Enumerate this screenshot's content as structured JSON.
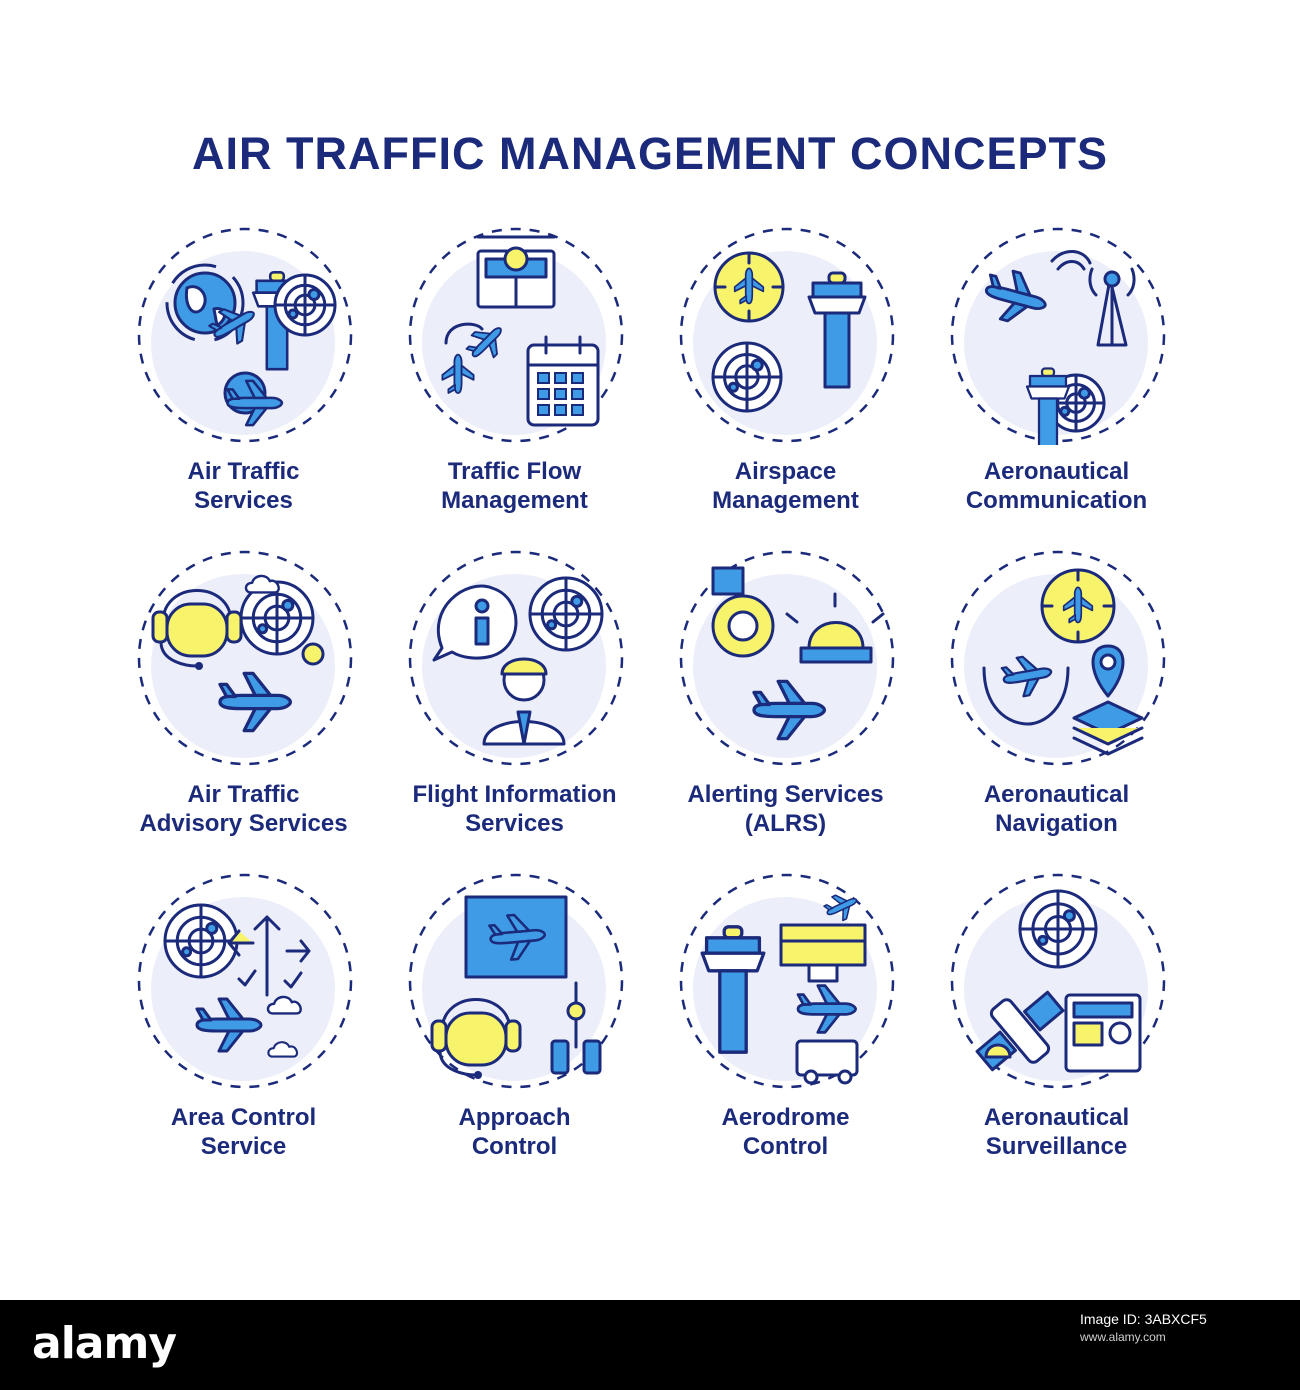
{
  "title": "AIR TRAFFIC MANAGEMENT CONCEPTS",
  "colors": {
    "stroke": "#1b2a7a",
    "blue": "#3f9be6",
    "yellow": "#f7f36b",
    "backdrop": "#eceef9"
  },
  "concepts": [
    {
      "label": "Air Traffic\nServices",
      "icons": [
        "globe-icon",
        "control-tower-icon",
        "radar-icon",
        "airplane-icon",
        "gear-icon"
      ]
    },
    {
      "label": "Traffic Flow\nManagement",
      "icons": [
        "flight-board-icon",
        "clock-icon",
        "airplane-icon",
        "calendar-icon"
      ]
    },
    {
      "label": "Airspace\nManagement",
      "icons": [
        "compass-icon",
        "control-tower-icon",
        "radar-icon"
      ]
    },
    {
      "label": "Aeronautical\nCommunication",
      "icons": [
        "airplane-icon",
        "signal-tower-icon",
        "control-tower-icon",
        "radar-icon"
      ]
    },
    {
      "label": "Air Traffic\nAdvisory Services",
      "icons": [
        "headset-icon",
        "radar-icon",
        "cloud-icon",
        "sun-icon",
        "jet-icon"
      ]
    },
    {
      "label": "Flight Information\nServices",
      "icons": [
        "info-bubble-icon",
        "radar-icon",
        "pilot-icon"
      ]
    },
    {
      "label": "Alerting Services\n(ALRS)",
      "icons": [
        "lifebuoy-icon",
        "alarm-light-icon",
        "airplane-icon"
      ]
    },
    {
      "label": "Aeronautical\nNavigation",
      "icons": [
        "compass-icon",
        "hands-icon",
        "airplane-icon",
        "location-pin-icon",
        "map-layers-icon"
      ]
    },
    {
      "label": "Area Control\nService",
      "icons": [
        "radar-icon",
        "route-arrows-icon",
        "airplane-icon",
        "cloud-icon"
      ]
    },
    {
      "label": "Approach\nControl",
      "icons": [
        "runway-screen-icon",
        "headset-icon",
        "landing-gear-icon"
      ]
    },
    {
      "label": "Aerodrome\nControl",
      "icons": [
        "control-tower-icon",
        "terminal-building-icon",
        "airplane-icon",
        "fuel-truck-icon"
      ]
    },
    {
      "label": "Aeronautical\nSurveillance",
      "icons": [
        "radar-icon",
        "satellite-icon",
        "control-panel-icon"
      ]
    }
  ],
  "footer": {
    "logo": "alamy",
    "image_id": "Image ID: 3ABXCF5",
    "site": "www.alamy.com"
  }
}
